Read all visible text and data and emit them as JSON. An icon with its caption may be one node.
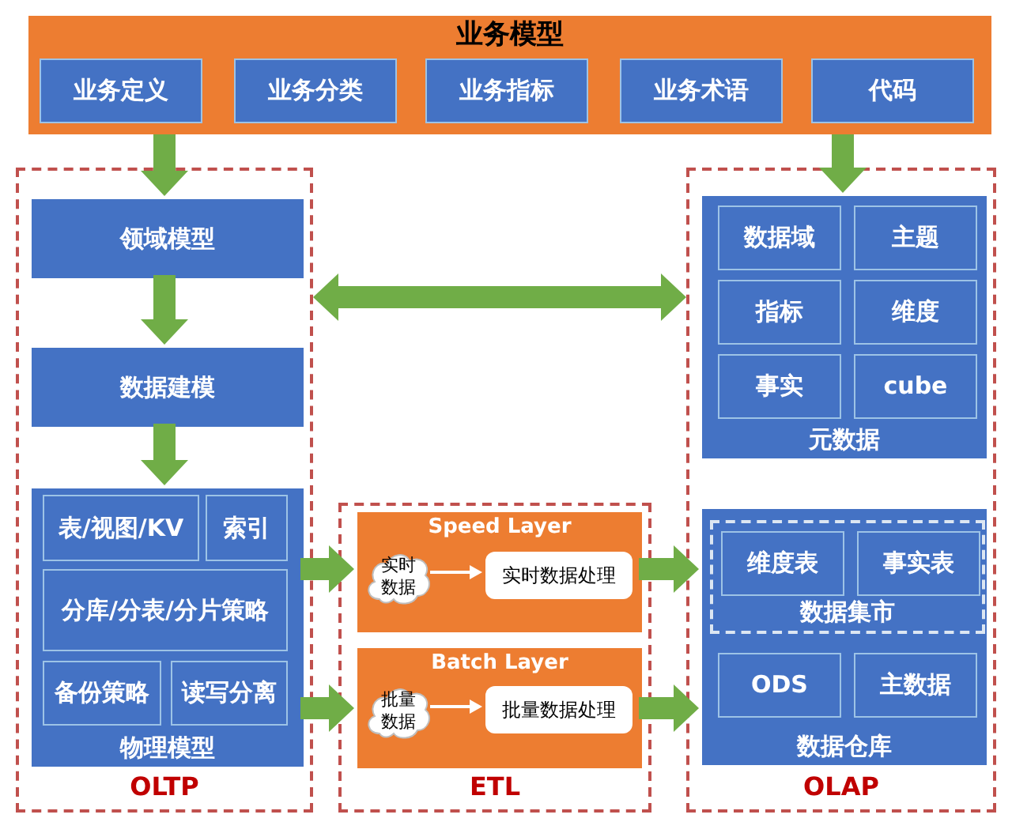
{
  "diagram": {
    "nodes": [
      {
        "text": [
          "业务模型"
        ]
      },
      {
        "text": [
          "业务定义"
        ],
        "in": 0
      },
      {
        "text": [
          "业务分类"
        ],
        "in": 0
      },
      {
        "text": [
          "业务指标"
        ],
        "in": 0
      },
      {
        "text": [
          "业务术语"
        ],
        "in": 0
      },
      {
        "text": [
          "代码"
        ],
        "in": 0
      },
      {
        "text": [
          "OLTP"
        ]
      },
      {
        "text": [
          "领域模型"
        ],
        "in": 6
      },
      {
        "text": [
          "数据建模"
        ],
        "in": 6
      },
      {
        "text": [
          "物理模型"
        ],
        "in": 6
      },
      {
        "text": [
          "表/视图/KV"
        ],
        "in": 9
      },
      {
        "text": [
          "索引"
        ],
        "in": 9
      },
      {
        "text": [
          "分库/分表/分片策略"
        ],
        "in": 9
      },
      {
        "text": [
          "备份策略"
        ],
        "in": 9
      },
      {
        "text": [
          "读写分离"
        ],
        "in": 9
      },
      {
        "text": [
          "ETL"
        ]
      },
      {
        "text": [
          "Speed Layer"
        ],
        "in": 15
      },
      {
        "text": [
          "实时数据"
        ],
        "in": 16
      },
      {
        "text": [
          "实时数据处理"
        ],
        "in": 16
      },
      {
        "text": [
          "Batch Layer"
        ],
        "in": 15
      },
      {
        "text": [
          "批量数据"
        ],
        "in": 19
      },
      {
        "text": [
          "批量数据处理"
        ],
        "in": 19
      },
      {
        "text": [
          "OLAP"
        ]
      },
      {
        "text": [
          "元数据"
        ],
        "in": 22
      },
      {
        "text": [
          "数据域"
        ],
        "in": 23
      },
      {
        "text": [
          "主题"
        ],
        "in": 23
      },
      {
        "text": [
          "指标"
        ],
        "in": 23
      },
      {
        "text": [
          "维度"
        ],
        "in": 23
      },
      {
        "text": [
          "事实"
        ],
        "in": 23
      },
      {
        "text": [
          "cube"
        ],
        "in": 23
      },
      {
        "text": [
          "数据仓库"
        ],
        "in": 22
      },
      {
        "text": [
          "数据集市"
        ],
        "in": 30
      },
      {
        "text": [
          "维度表"
        ],
        "in": 31
      },
      {
        "text": [
          "事实表"
        ],
        "in": 31
      },
      {
        "text": [
          "ODS"
        ],
        "in": 30
      },
      {
        "text": [
          "主数据"
        ],
        "in": 30
      }
    ],
    "edges": [
      {
        "from": 0,
        "to": 7,
        "arrow": "to"
      },
      {
        "from": 0,
        "to": 23,
        "arrow": "to"
      },
      {
        "from": 7,
        "to": 8,
        "arrow": "to"
      },
      {
        "from": 8,
        "to": 9,
        "arrow": "to"
      },
      {
        "from": 6,
        "to": 22,
        "arrow": "both"
      },
      {
        "from": 9,
        "to": 16,
        "arrow": "to"
      },
      {
        "from": 9,
        "to": 19,
        "arrow": "to"
      },
      {
        "from": 16,
        "to": 30,
        "arrow": "to"
      },
      {
        "from": 19,
        "to": 30,
        "arrow": "to"
      },
      {
        "from": 17,
        "to": 18,
        "arrow": "to",
        "color": "#ffffff"
      },
      {
        "from": 20,
        "to": 21,
        "arrow": "to",
        "color": "#ffffff"
      }
    ]
  }
}
